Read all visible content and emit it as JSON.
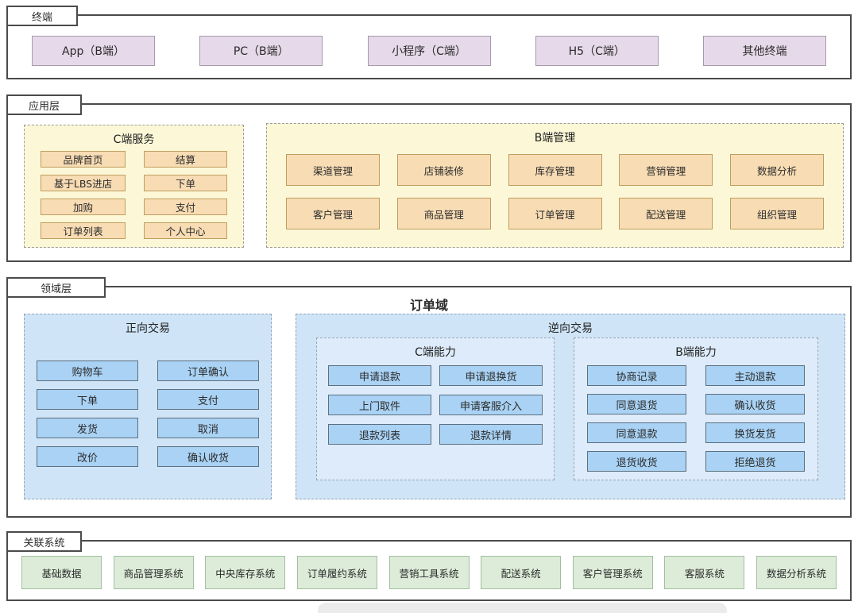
{
  "layers": {
    "terminal": {
      "label": "终端",
      "items": [
        "App（B端）",
        "PC（B端）",
        "小程序（C端）",
        "H5（C端）",
        "其他终端"
      ]
    },
    "application": {
      "label": "应用层",
      "c_services": {
        "title": "C端服务",
        "items": [
          "品牌首页",
          "结算",
          "基于LBS进店",
          "下单",
          "加购",
          "支付",
          "订单列表",
          "个人中心"
        ]
      },
      "b_management": {
        "title": "B端管理",
        "items": [
          "渠道管理",
          "店铺装修",
          "库存管理",
          "营销管理",
          "数据分析",
          "客户管理",
          "商品管理",
          "订单管理",
          "配送管理",
          "组织管理"
        ]
      }
    },
    "domain": {
      "label": "领域层",
      "title": "订单域",
      "forward": {
        "title": "正向交易",
        "items": [
          "购物车",
          "订单确认",
          "下单",
          "支付",
          "发货",
          "取消",
          "改价",
          "确认收货"
        ]
      },
      "reverse": {
        "title": "逆向交易",
        "c_capability": {
          "title": "C端能力",
          "items": [
            "申请退款",
            "申请退换货",
            "上门取件",
            "申请客服介入",
            "退款列表",
            "退款详情"
          ]
        },
        "b_capability": {
          "title": "B端能力",
          "items": [
            "协商记录",
            "主动退款",
            "同意退货",
            "确认收货",
            "同意退款",
            "换货发货",
            "退货收货",
            "拒绝退货"
          ]
        }
      }
    },
    "related_systems": {
      "label": "关联系统",
      "items": [
        "基础数据",
        "商品管理系统",
        "中央库存系统",
        "订单履约系统",
        "营销工具系统",
        "配送系统",
        "客户管理系统",
        "客服系统",
        "数据分析系统"
      ]
    }
  },
  "colors": {
    "terminal_box": "#e6d9e9",
    "application_panel": "#fcf8d7",
    "application_button": "#f8dcb4",
    "domain_panel": "#cfe4f7",
    "domain_inner_panel": "#ddebfa",
    "domain_button": "#a9d2f4",
    "system_box": "#dcecd8",
    "section_border": "#4b4b4b"
  }
}
